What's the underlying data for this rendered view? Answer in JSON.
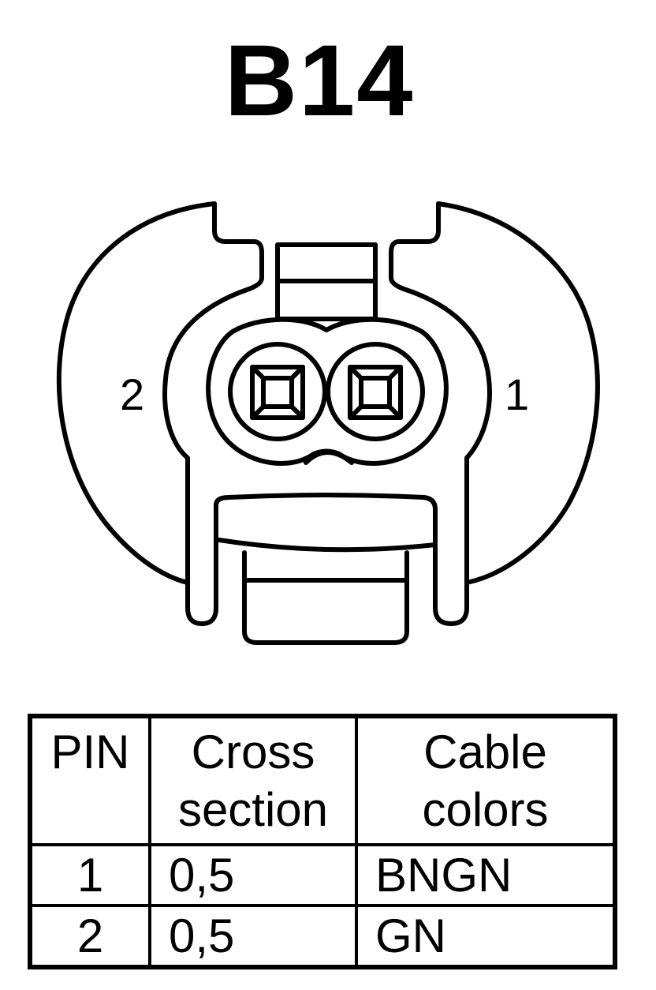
{
  "title": "B14",
  "connector": {
    "pin_labels": {
      "left": "2",
      "right": "1"
    }
  },
  "table": {
    "headers": {
      "pin": "PIN",
      "cross_section": [
        "Cross",
        "section"
      ],
      "cable_colors": [
        "Cable",
        "colors"
      ]
    },
    "rows": [
      {
        "pin": "1",
        "cross_section": "0,5",
        "cable_color": "BNGN"
      },
      {
        "pin": "2",
        "cross_section": "0,5",
        "cable_color": "GN"
      }
    ]
  }
}
